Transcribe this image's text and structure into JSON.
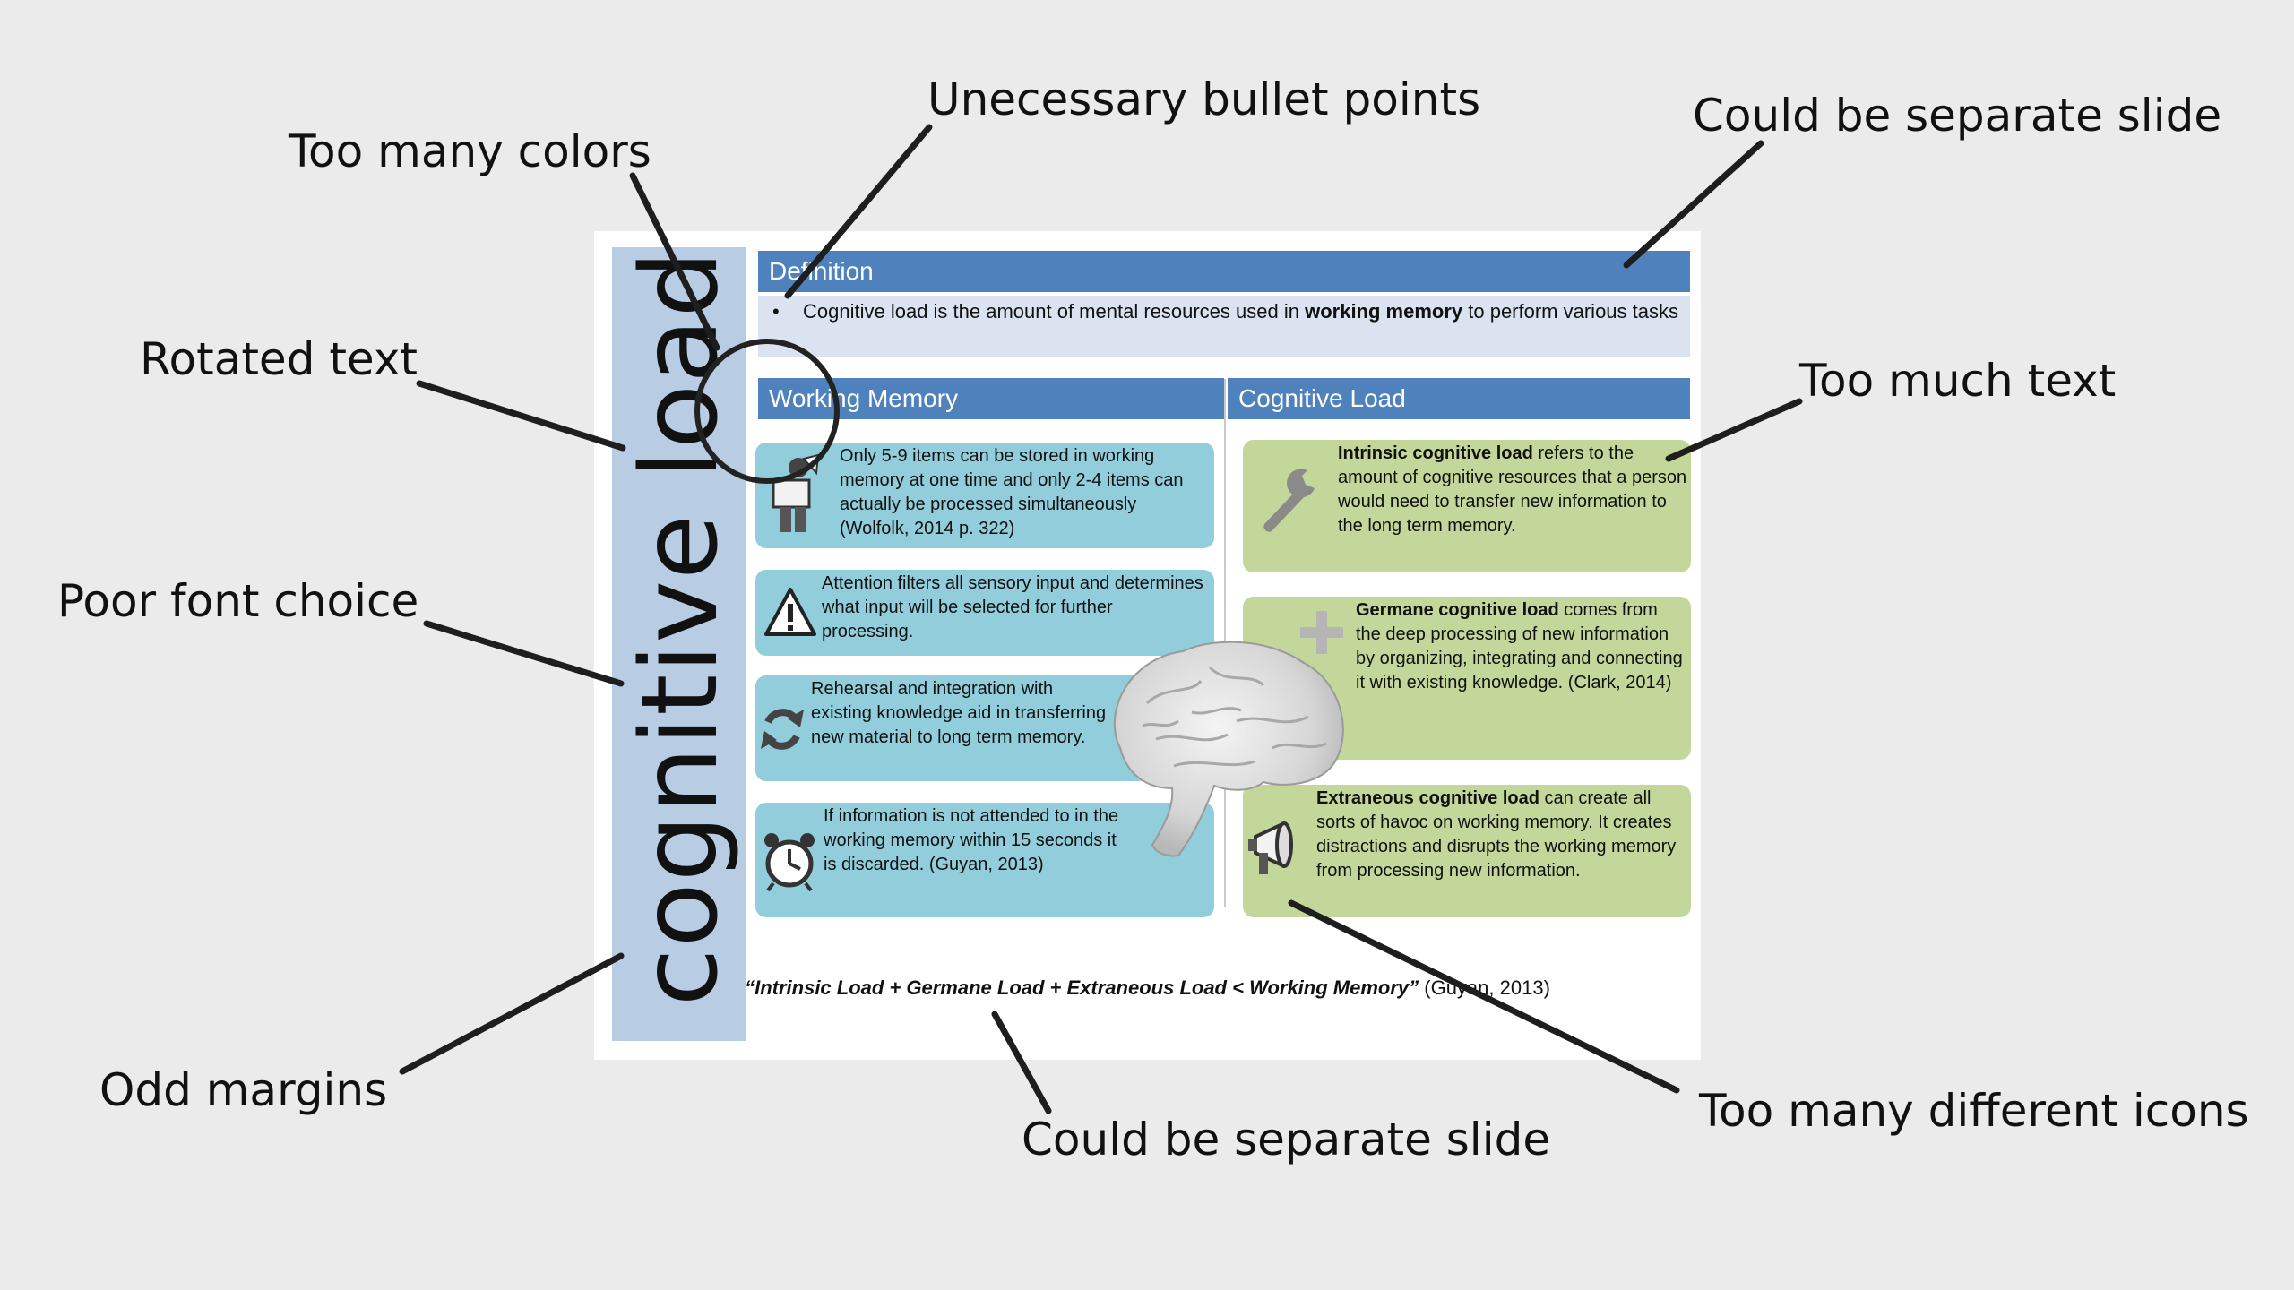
{
  "annotations": {
    "too_many_colors": "Too many colors",
    "unnecessary_bullets": "Unecessary bullet points",
    "separate_slide_top": "Could be separate slide",
    "rotated_text": "Rotated text",
    "too_much_text": "Too much text",
    "poor_font": "Poor font choice",
    "odd_margins": "Odd margins",
    "separate_slide_bottom": "Could be separate slide",
    "too_many_icons": "Too many different icons"
  },
  "slide": {
    "side_title": "cognitive load",
    "definition": {
      "header": "Definition",
      "bullet": "•",
      "text_before": "Cognitive load is the amount of mental resources used in ",
      "text_bold": "working memory",
      "text_after": " to perform various tasks"
    },
    "working_memory": {
      "header": "Working Memory",
      "items": [
        {
          "icon": "person-with-papers-icon",
          "text": "Only 5-9  items can be stored in working memory at one time and only 2-4 items can actually be processed simultaneously (Wolfolk, 2014 p. 322)"
        },
        {
          "icon": "warning-icon",
          "text": "Attention filters all sensory input and determines what input will be selected for further processing."
        },
        {
          "icon": "refresh-icon",
          "text": "Rehearsal and integration with existing knowledge aid in transferring new material to long term memory."
        },
        {
          "icon": "alarm-clock-icon",
          "text": "If information is not attended to in the working memory within 15 seconds it is discarded. (Guyan, 2013)"
        }
      ]
    },
    "cognitive_load": {
      "header": "Cognitive Load",
      "items": [
        {
          "icon": "wrench-icon",
          "bold": "Intrinsic cognitive load",
          "text": " refers to the amount of cognitive resources that a person would need to transfer new information to the long term memory."
        },
        {
          "icon": "plus-icon",
          "bold": "Germane cognitive load",
          "text": " comes from the deep processing of new information by organizing, integrating and connecting it with existing knowledge. (Clark, 2014)"
        },
        {
          "icon": "megaphone-icon",
          "bold": "Extraneous cognitive load",
          "text": " can create all sorts of havoc on working memory. It creates distractions and disrupts the working memory from processing new information."
        }
      ]
    },
    "formula": {
      "text": "“Intrinsic Load + Germane Load + Extraneous Load < Working Memory”",
      "cite": " (Guyan, 2013)"
    }
  },
  "colors": {
    "background": "#ebebeb",
    "side_bar": "#b8cce4",
    "header_bar": "#4f81bd",
    "definition_body": "#dbe3f0",
    "blue_box": "#92cddc",
    "green_box": "#c4d79b"
  }
}
